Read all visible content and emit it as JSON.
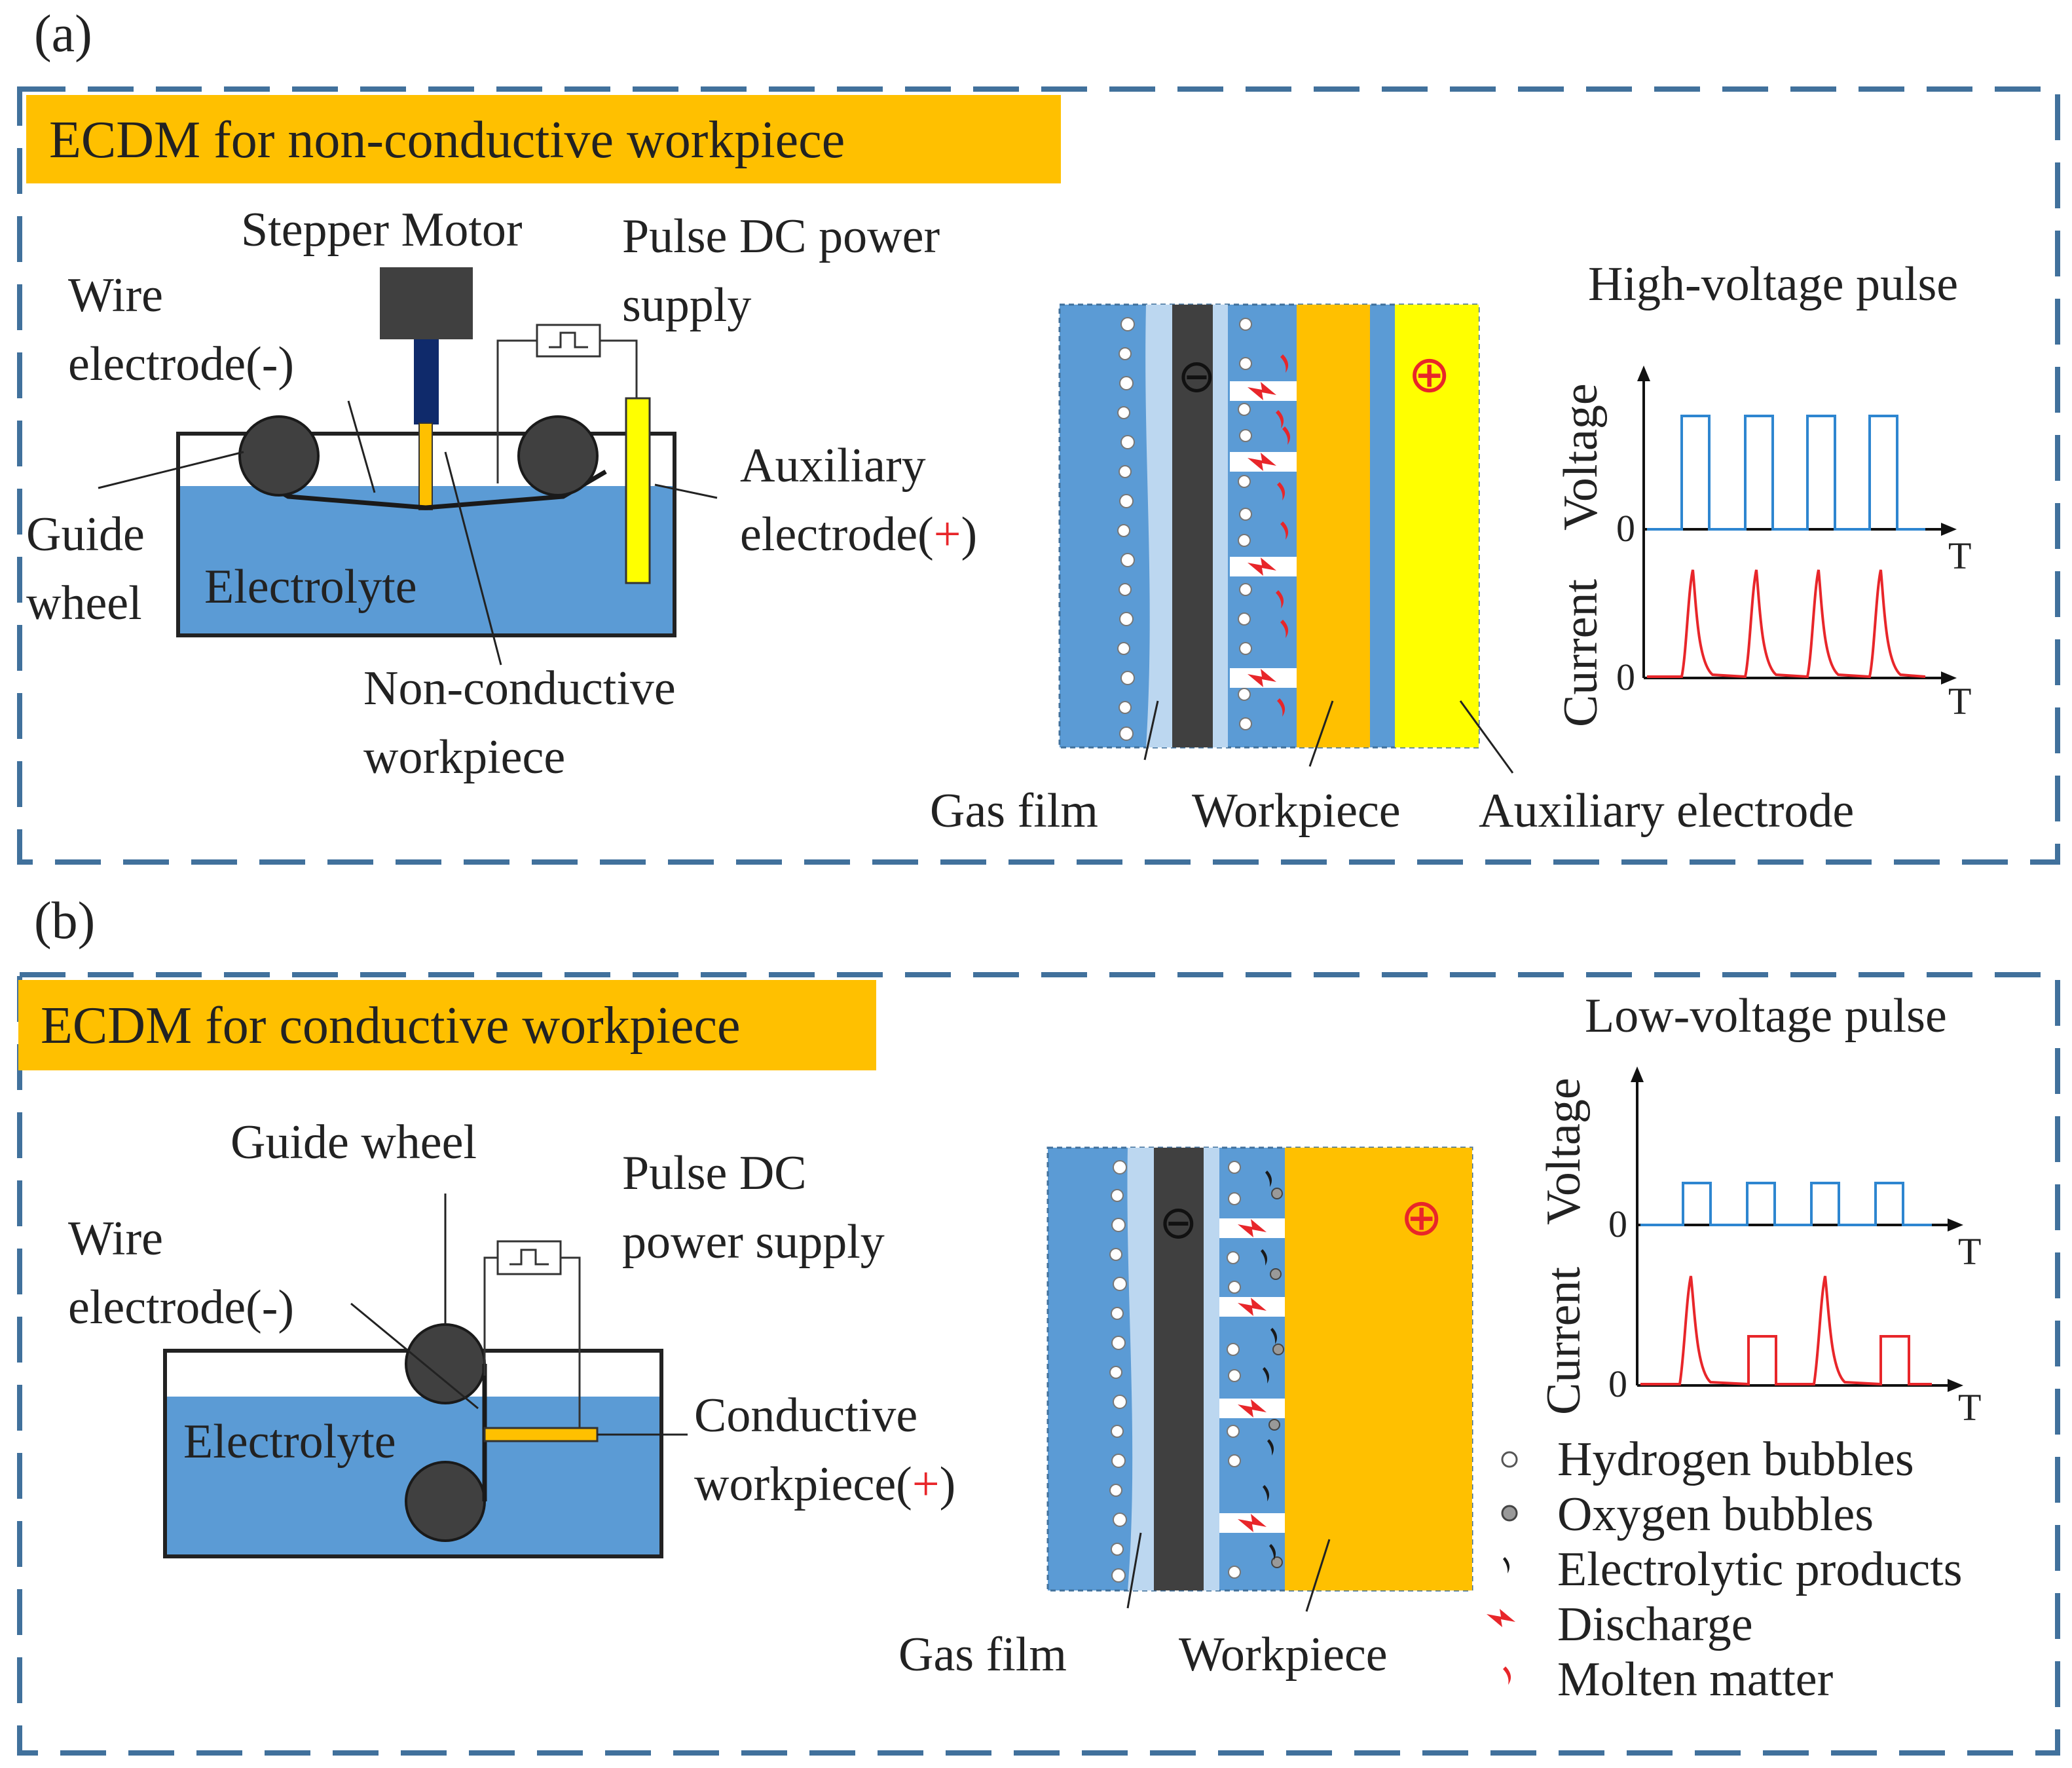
{
  "panel_a": {
    "tag": "(a)",
    "banner": "ECDM for non-conductive workpiece",
    "labels": {
      "stepper_motor": "Stepper Motor",
      "pulse_line1": "Pulse DC power",
      "pulse_line2": "supply",
      "wire_line1": "Wire",
      "wire_line2": "electrode(-)",
      "guide_line1": "Guide",
      "guide_line2": "wheel",
      "electrolyte": "Electrolyte",
      "aux_line1": "Auxiliary",
      "aux_line2_text": "electrode(",
      "aux_line2_plus": "+",
      "aux_line2_close": ")",
      "nonconductive_line1": "Non-conductive",
      "nonconductive_line2": "workpiece",
      "gas_film": "Gas film",
      "workpiece": "Workpiece",
      "auxiliary_electrode": "Auxiliary electrode"
    },
    "waveform": {
      "title": "High-voltage pulse",
      "y_label_voltage": "Voltage",
      "y_label_current": "Current",
      "zero": "0",
      "x_axis": "T",
      "voltage_pulses": 4,
      "current_spikes": 4
    }
  },
  "panel_b": {
    "tag": "(b)",
    "banner": "ECDM for conductive workpiece",
    "labels": {
      "guide_wheel": "Guide wheel",
      "pulse_line1": "Pulse DC",
      "pulse_line2": "power supply",
      "wire_line1": "Wire",
      "wire_line2": "electrode(-)",
      "electrolyte": "Electrolyte",
      "conductive_line1": "Conductive",
      "conductive_line2_text": "workpiece(",
      "conductive_line2_plus": "+",
      "conductive_line2_close": ")",
      "gas_film": "Gas film",
      "workpiece": "Workpiece"
    },
    "waveform": {
      "title": "Low-voltage pulse",
      "y_label_voltage": "Voltage",
      "y_label_current": "Current",
      "zero": "0",
      "x_axis": "T",
      "current_pattern": [
        "spike",
        "square",
        "spike",
        "square"
      ]
    }
  },
  "legend": [
    {
      "symbol": "hydrogen-bubble",
      "label": "Hydrogen bubbles"
    },
    {
      "symbol": "oxygen-bubble",
      "label": "Oxygen bubbles"
    },
    {
      "symbol": "electrolytic-product",
      "label": "Electrolytic products"
    },
    {
      "symbol": "discharge",
      "label": "Discharge"
    },
    {
      "symbol": "molten-matter",
      "label": "Molten matter"
    }
  ],
  "symbols": {
    "cathode": "⊖",
    "anode": "⊕"
  },
  "colors": {
    "electrolyte": "#5b9bd5",
    "banner": "#ffc000",
    "workpiece": "#ffc000",
    "aux_electrode": "#ffff00",
    "wheel": "#404040",
    "border": "#41719c",
    "voltage": "#2e86d0",
    "current": "#e8262a",
    "gas_film": "#bcd7f0"
  }
}
